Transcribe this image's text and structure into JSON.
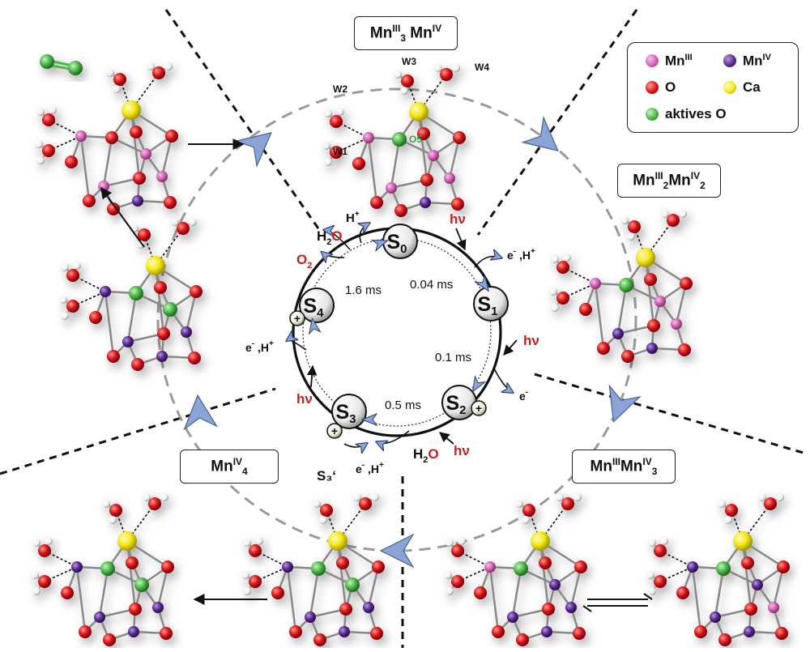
{
  "diagram": {
    "states": [
      {
        "id": "S0",
        "label": "S",
        "sub": "0"
      },
      {
        "id": "S1",
        "label": "S",
        "sub": "1"
      },
      {
        "id": "S2",
        "label": "S",
        "sub": "2"
      },
      {
        "id": "S3",
        "label": "S",
        "sub": "3"
      },
      {
        "id": "S4",
        "label": "S",
        "sub": "4"
      }
    ],
    "transition_times": {
      "s0_s1": "0.04 ms",
      "s1_s2": "0.1 ms",
      "s2_s3": "0.5 ms",
      "s4_s0": "1.6 ms"
    },
    "inputs": {
      "hv": "hν",
      "h2o_main": "H",
      "h2o_sub": "2",
      "h2o_end": "O",
      "o2_main": "O",
      "o2_sub": "2"
    },
    "outputs": {
      "eh": "e",
      "e_only": "e",
      "hplus": "H",
      "plus": "+"
    },
    "oxidation_boxes": {
      "top": {
        "pre": "Mn",
        "sup1": "III",
        "sub1": "3",
        "mid": " Mn",
        "sup2": "IV",
        "sub2": ""
      },
      "right": {
        "pre": "Mn",
        "sup1": "III",
        "sub1": "2",
        "mid": "Mn",
        "sup2": "IV",
        "sub2": "2"
      },
      "bottom_right": {
        "pre": "Mn",
        "sup1": "III",
        "sub1": "",
        "mid": "Mn",
        "sup2": "IV",
        "sub2": "3"
      },
      "bottom_left": {
        "pre": "Mn",
        "sup1": "IV",
        "sub1": "4",
        "mid": "",
        "sup2": "",
        "sub2": ""
      }
    },
    "s3_prime": "S₃‘",
    "water_labels": {
      "w1": "W1",
      "w2": "W2",
      "w3": "W3",
      "w4": "W4",
      "o5": "O5"
    },
    "legend": [
      {
        "label": "Mn",
        "sup": "III",
        "color": "#d462b8"
      },
      {
        "label": "Mn",
        "sup": "IV",
        "color": "#5b2a91"
      },
      {
        "label": "O",
        "sup": "",
        "color": "#d9141b"
      },
      {
        "label": "Ca",
        "sup": "",
        "color": "#f4e81a"
      },
      {
        "label": "aktives O",
        "sup": "",
        "color": "#4cb847"
      }
    ],
    "colors": {
      "mn3": "#d462b8",
      "mn4": "#5b2a91",
      "oxygen": "#d9141b",
      "calcium": "#f4e81a",
      "active_o": "#4cb847",
      "red_text": "#c8201e",
      "arrow_blue": "#7a93c4",
      "dashed_gray": "#9a9a9a"
    }
  }
}
